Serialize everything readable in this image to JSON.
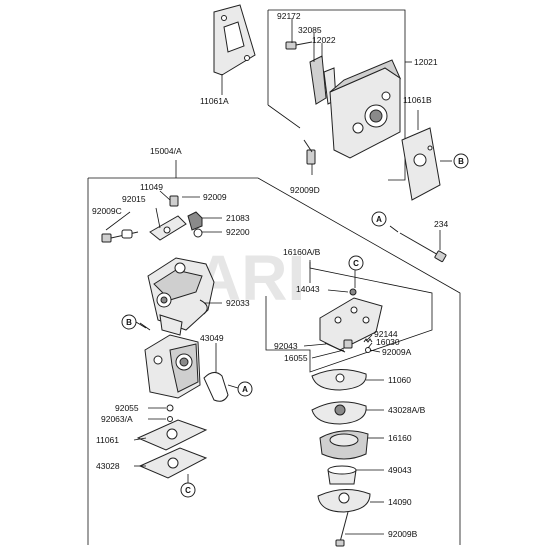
{
  "labels": {
    "p92172": "92172",
    "p32085": "32085",
    "p12022": "12022",
    "p12021": "12021",
    "p11061A": "11061A",
    "p11061B": "11061B",
    "p92009D": "92009D",
    "p15004A": "15004/A",
    "p11049": "11049",
    "p92015": "92015",
    "p92009C": "92009C",
    "p92009": "92009",
    "p21083": "21083",
    "p92200": "92200",
    "p234": "234",
    "p16160AB": "16160A/B",
    "p14043": "14043",
    "p92033": "92033",
    "p43049": "43049",
    "p92144": "92144",
    "p92043": "92043",
    "p16030": "16030",
    "p16055": "16055",
    "p92009A": "92009A",
    "p11060": "11060",
    "p92055": "92055",
    "p92063A": "92063/A",
    "p43028AB": "43028A/B",
    "p11061": "11061",
    "p16160": "16160",
    "p43028": "43028",
    "p49043": "49043",
    "p14090": "14090",
    "p92009B": "92009B"
  },
  "callouts": {
    "a": "A",
    "b": "B",
    "c": "C"
  },
  "watermark": "ARI"
}
